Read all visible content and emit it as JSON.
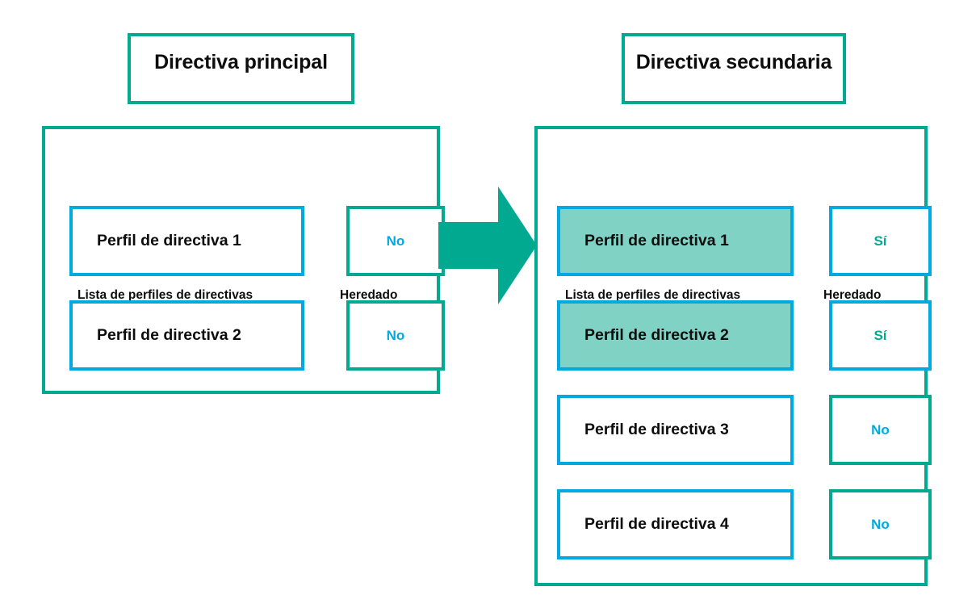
{
  "diagram": {
    "title_primary": "Directiva principal",
    "title_secondary": "Directiva secundaria",
    "arrow_icon": "right-block-arrow-icon",
    "colors": {
      "green": "#00a98f",
      "blue": "#00a9e0",
      "fill_teal": "#7fd2c4",
      "text": "#0d0d0d",
      "background": "#ffffff"
    }
  },
  "primary_panel": {
    "headers": {
      "list": "Lista de perfiles de directivas",
      "inherited": "Heredado"
    },
    "rows": [
      {
        "profile": "Perfil de directiva 1",
        "inherited": "No",
        "highlighted": false,
        "profile_border": "#00a9e0",
        "inherit_border": "#00a98f",
        "inherit_color": "#00a9e0"
      },
      {
        "profile": "Perfil de directiva 2",
        "inherited": "No",
        "highlighted": false,
        "profile_border": "#00a9e0",
        "inherit_border": "#00a98f",
        "inherit_color": "#00a9e0"
      }
    ]
  },
  "secondary_panel": {
    "headers": {
      "list": "Lista de perfiles de directivas",
      "inherited": "Heredado"
    },
    "rows": [
      {
        "profile": "Perfil de directiva 1",
        "inherited": "Sí",
        "highlighted": true,
        "profile_border": "#00a9e0",
        "inherit_border": "#00a9e0",
        "inherit_color": "#00a98f"
      },
      {
        "profile": "Perfil de directiva 2",
        "inherited": "Sí",
        "highlighted": true,
        "profile_border": "#00a9e0",
        "inherit_border": "#00a9e0",
        "inherit_color": "#00a98f"
      },
      {
        "profile": "Perfil de directiva 3",
        "inherited": "No",
        "highlighted": false,
        "profile_border": "#00a9e0",
        "inherit_border": "#00a98f",
        "inherit_color": "#00a9e0"
      },
      {
        "profile": "Perfil de directiva 4",
        "inherited": "No",
        "highlighted": false,
        "profile_border": "#00a9e0",
        "inherit_border": "#00a98f",
        "inherit_color": "#00a9e0"
      }
    ]
  }
}
